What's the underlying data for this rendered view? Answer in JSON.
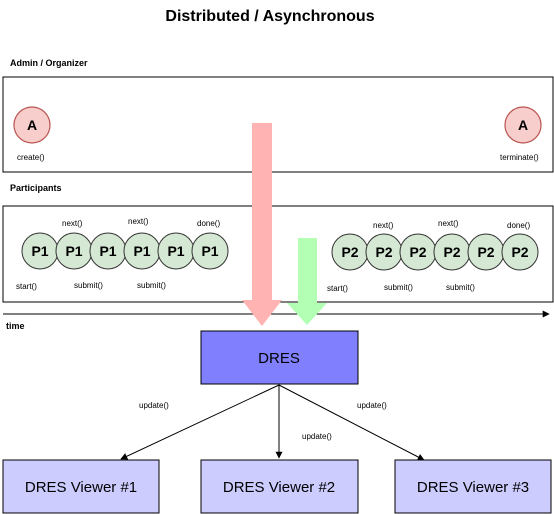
{
  "title": "Distributed / Asynchronous",
  "admin": {
    "section_label": "Admin / Organizer",
    "left_node": "A",
    "right_node": "A",
    "create_label": "create()",
    "terminate_label": "terminate()"
  },
  "participants": {
    "section_label": "Participants",
    "p1_nodes": [
      "P1",
      "P1",
      "P1",
      "P1",
      "P1",
      "P1"
    ],
    "p2_nodes": [
      "P2",
      "P2",
      "P2",
      "P2",
      "P2",
      "P2"
    ],
    "p1_labels": {
      "start": "start()",
      "next_1": "next()",
      "next_2": "next()",
      "done": "done()",
      "submit_1": "submit()",
      "submit_2": "submit()"
    },
    "p2_labels": {
      "start": "start()",
      "next_1": "next()",
      "next_2": "next()",
      "done": "done()",
      "submit_1": "submit()",
      "submit_2": "submit()"
    }
  },
  "time_label": "time",
  "dres": {
    "label": "DRES",
    "update_left": "update()",
    "update_center": "update()",
    "update_right": "update()"
  },
  "viewers": [
    "DRES Viewer #1",
    "DRES Viewer #2",
    "DRES Viewer #3"
  ],
  "colors": {
    "admin_node_fill": "#f8cecc",
    "admin_node_stroke": "#b85450",
    "participant_fill": "#d5e8d4",
    "participant_stroke": "#333333",
    "dres_fill": "#8080ff",
    "viewer_fill": "#ccccff",
    "box_stroke": "#000000",
    "pink_arrow": "#ffb3b3",
    "green_arrow": "#b3ffb3"
  }
}
